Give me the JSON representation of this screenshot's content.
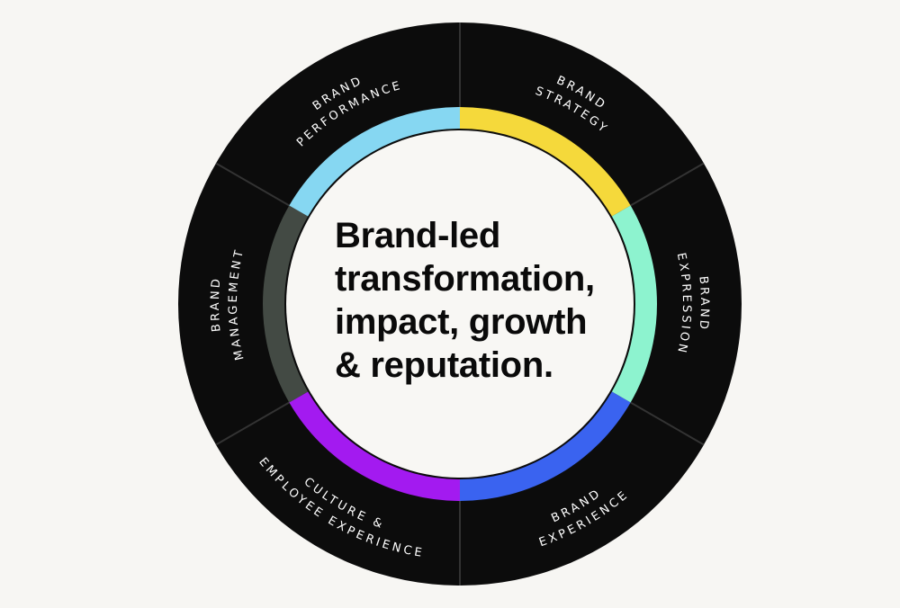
{
  "center": {
    "lines": [
      "Brand-led",
      "transformation,",
      "impact, growth",
      "& reputation."
    ]
  },
  "segments": [
    {
      "id": "brand-strategy",
      "lines": [
        "BRAND",
        "STRATEGY"
      ],
      "color": "#f5d93b"
    },
    {
      "id": "brand-expression",
      "lines": [
        "BRAND",
        "EXPRESSION"
      ],
      "color": "#8df3cf"
    },
    {
      "id": "brand-experience",
      "lines": [
        "BRAND",
        "EXPERIENCE"
      ],
      "color": "#3a63f0"
    },
    {
      "id": "culture-employee-experience",
      "lines": [
        "CULTURE &",
        "EMPLOYEE EXPERIENCE"
      ],
      "color": "#a31af0"
    },
    {
      "id": "brand-management",
      "lines": [
        "BRAND",
        "MANAGEMENT"
      ],
      "color": "#434a44"
    },
    {
      "id": "brand-performance",
      "lines": [
        "BRAND",
        "PERFORMANCE"
      ],
      "color": "#86d7f2"
    }
  ],
  "colors": {
    "background": "#f7f6f3",
    "ring": "#0c0c0c",
    "inner": "#f8f7f4",
    "divider": "#333333"
  }
}
